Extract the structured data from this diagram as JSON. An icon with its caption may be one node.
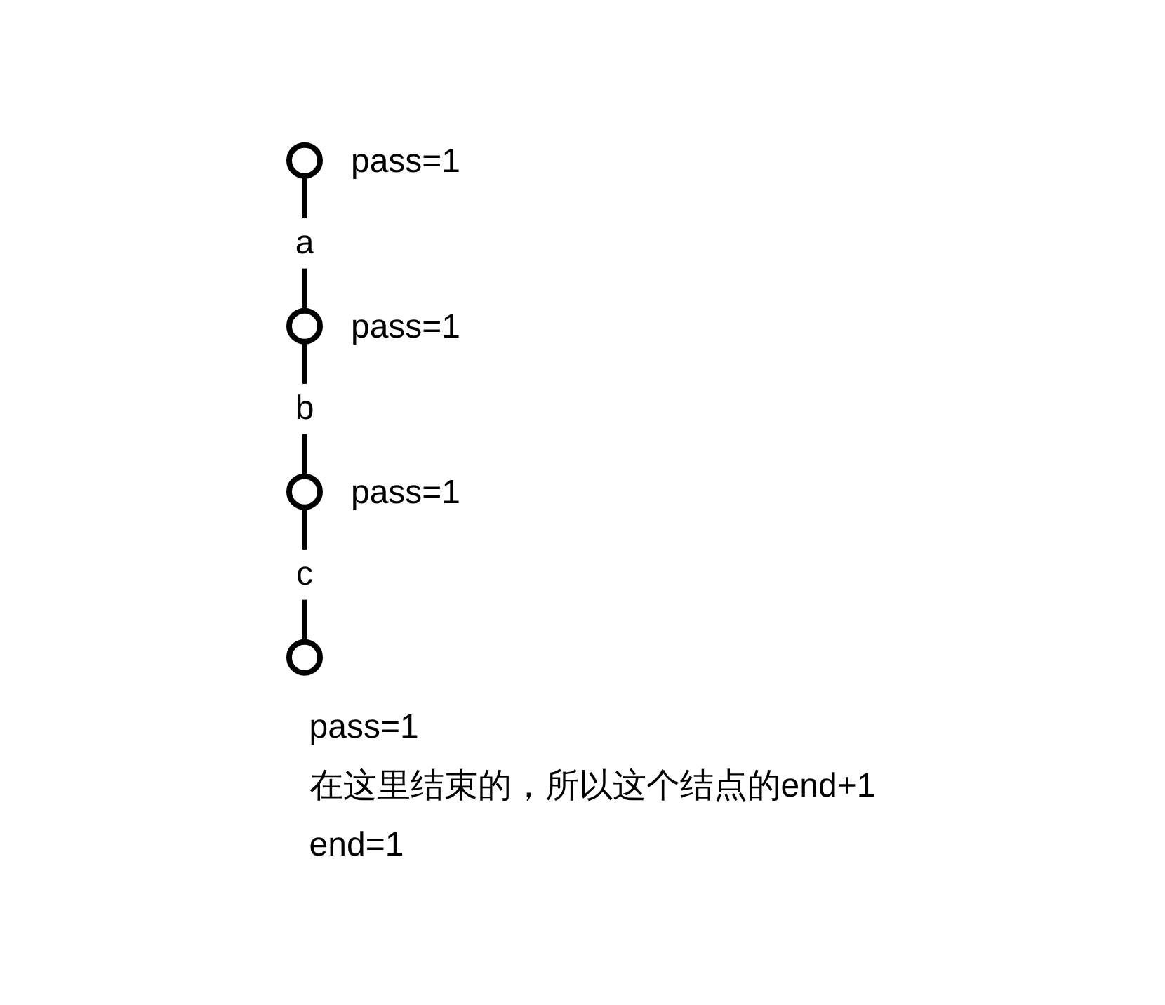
{
  "diagram": {
    "nodes": [
      {
        "text": [],
        "shape": "circle",
        "beside": [
          "pass=1"
        ]
      },
      {
        "text": [],
        "shape": "circle",
        "beside": [
          "pass=1"
        ]
      },
      {
        "text": [],
        "shape": "circle",
        "beside": [
          "pass=1"
        ]
      },
      {
        "text": [],
        "shape": "circle",
        "beside": [
          "pass=1",
          "在这里结束的，所以这个结点的end+1",
          "end=1"
        ]
      }
    ],
    "edges": [
      {
        "from": 0,
        "to": 1,
        "arrow": "none",
        "label": "a"
      },
      {
        "from": 1,
        "to": 2,
        "arrow": "none",
        "label": "b"
      },
      {
        "from": 2,
        "to": 3,
        "arrow": "none",
        "label": "c"
      }
    ]
  }
}
